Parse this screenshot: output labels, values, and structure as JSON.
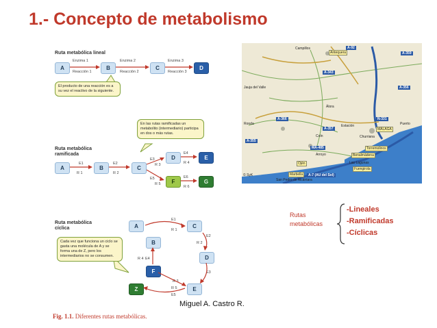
{
  "title": "1.- Concepto de metabolismo",
  "linear": {
    "label": "Ruta metabólica lineal",
    "nodes": [
      "A",
      "B",
      "C",
      "D"
    ],
    "enzymes": [
      "Enzima 1",
      "Enzima 2",
      "Enzima 3"
    ],
    "reactions": [
      "Reacción 1",
      "Reacción 2",
      "Reacción 3"
    ],
    "note": "El producto de una reacción es a su vez el reactivo de la siguiente."
  },
  "branched": {
    "label": "Ruta metabólica ramificada",
    "note": "En las rutas ramificadas un metabolito (intermediario) participa en dos o más rutas.",
    "nodes": [
      "A",
      "B",
      "C",
      "D",
      "E",
      "F",
      "G"
    ],
    "e_labels": [
      "E1",
      "E2",
      "E3",
      "E4",
      "E5",
      "E6"
    ],
    "r_labels": [
      "R 1",
      "R 2",
      "R 3",
      "R 4",
      "R 5",
      "R 6"
    ]
  },
  "cyclic": {
    "label": "Ruta metabólica cíclica",
    "note": "Cada vez que funciona un ciclo se gasta una molécula de A y se forma una de Z, pero los intermediarios no se consumen.",
    "nodes": [
      "A",
      "C",
      "B",
      "D",
      "F",
      "E",
      "Z"
    ],
    "e_labels": [
      "E1",
      "E2",
      "E4",
      "E3",
      "E5"
    ],
    "r_labels": [
      "R 1",
      "R 2",
      "R 4",
      "R 3",
      "R 5"
    ]
  },
  "map": {
    "labels": [
      "Antequera",
      "Campillos",
      "Álora",
      "Ronda",
      "Estación",
      "Coín",
      "MÁLAGA",
      "Churriana",
      "Torremolinos",
      "Benalmádena",
      "Arroyo",
      "Ojén",
      "Marbella",
      "Fuengirola",
      "Las Lagunas",
      "San Pedro de Alcántara",
      "Jauja del Valle",
      "Puerto"
    ],
    "roads": [
      "A-92",
      "A-359",
      "A-343",
      "A-356",
      "A-366",
      "N-331",
      "A-357",
      "A-355",
      "MA-485",
      "A-7 (AU del Sol)"
    ],
    "copyright": "© SyK"
  },
  "side": {
    "rutas_label_1": "Rutas",
    "rutas_label_2": "metabólicas",
    "items": [
      "-Lineales",
      "-Ramificadas",
      "-Cíclicas"
    ]
  },
  "author": "Miguel A. Castro R.",
  "caption": {
    "fig": "Fig. 1.1.",
    "text": "Diferentes rutas metabólicas."
  }
}
